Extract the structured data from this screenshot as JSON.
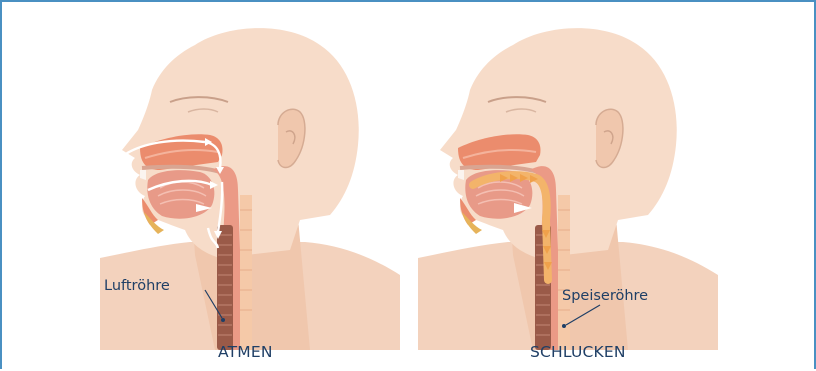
{
  "panels": [
    {
      "caption": "ATMEN",
      "label": "Luftröhre"
    },
    {
      "caption": "SCHLUCKEN",
      "label": "Speiseröhre"
    }
  ],
  "colors": {
    "border": "#4a90c2",
    "skin": "#f7dcc9",
    "skin_shade": "#efc7ad",
    "muscle": "#eb8c6d",
    "tongue": "#e89a88",
    "trachea": "#9a5a48",
    "food": "#f3b46a",
    "text": "#1f3f66"
  }
}
